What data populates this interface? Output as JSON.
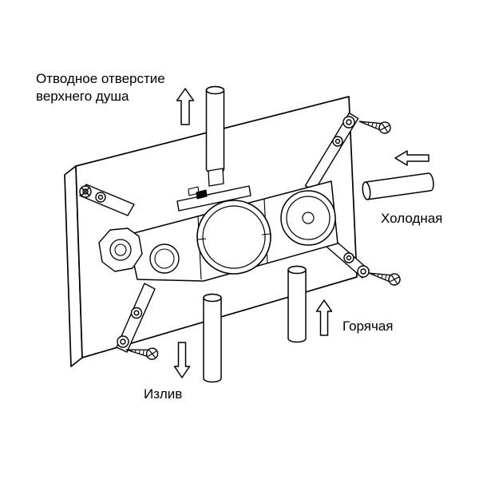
{
  "diagram": {
    "labels": {
      "top_outlet": {
        "line1": "Отводное отверстие",
        "line2": "верхнего душа"
      },
      "cold": "Холодная",
      "hot": "Горячая",
      "spout": "Излив"
    },
    "colors": {
      "line": "#000000",
      "background": "#ffffff"
    }
  }
}
